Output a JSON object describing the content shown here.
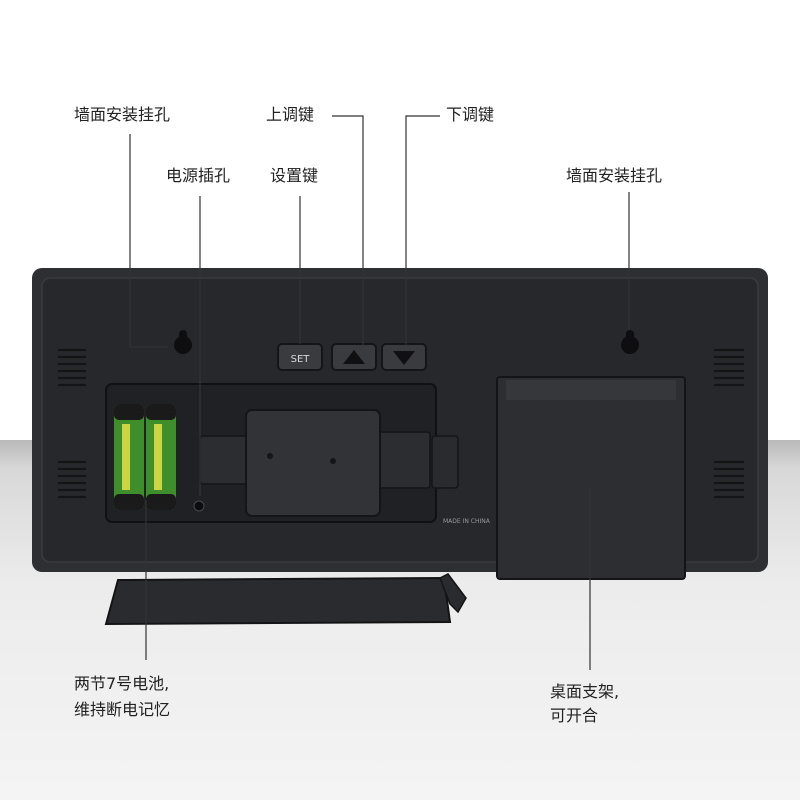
{
  "annotations": {
    "wall_hole_left": "墙面安装挂孔",
    "power_jack": "电源插孔",
    "set_key": "设置键",
    "up_key": "上调键",
    "down_key": "下调键",
    "wall_hole_right": "墙面安装挂孔",
    "battery_line1": "两节7号电池,",
    "battery_line2": "维持断电记忆",
    "stand_line1": "桌面支架,",
    "stand_line2": "可开合"
  },
  "device": {
    "set_button_label": "SET",
    "made_in": "MADE IN CHINA"
  },
  "colors": {
    "body": "#2b2c2f",
    "panel": "#232427",
    "background": "#ffffff",
    "floor": "#d9d9d9",
    "battery_green": "#3e8f2c"
  }
}
